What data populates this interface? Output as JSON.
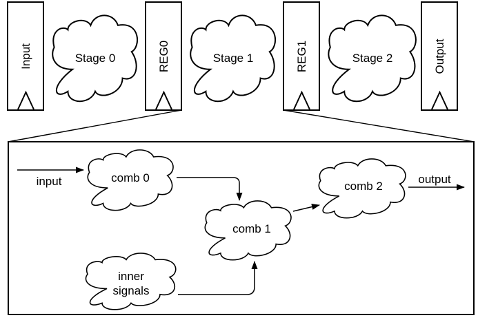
{
  "pipeline": {
    "registers": [
      {
        "label": "Input"
      },
      {
        "label": "REG0"
      },
      {
        "label": "REG1"
      },
      {
        "label": "Output"
      }
    ],
    "stages": [
      {
        "label": "Stage 0"
      },
      {
        "label": "Stage 1"
      },
      {
        "label": "Stage 2"
      }
    ]
  },
  "detail": {
    "input_label": "input",
    "output_label": "output",
    "clouds": [
      {
        "label": "comb 0"
      },
      {
        "label": "comb 1"
      },
      {
        "label": "comb 2"
      }
    ],
    "inner_signals": {
      "line1": "inner",
      "line2": "signals"
    }
  },
  "icons": {
    "clock_edge": "open-triangle-clock-input",
    "arrowhead": "filled-triangle"
  },
  "colors": {
    "stroke": "#000000",
    "text": "#000000",
    "background": "#ffffff"
  }
}
